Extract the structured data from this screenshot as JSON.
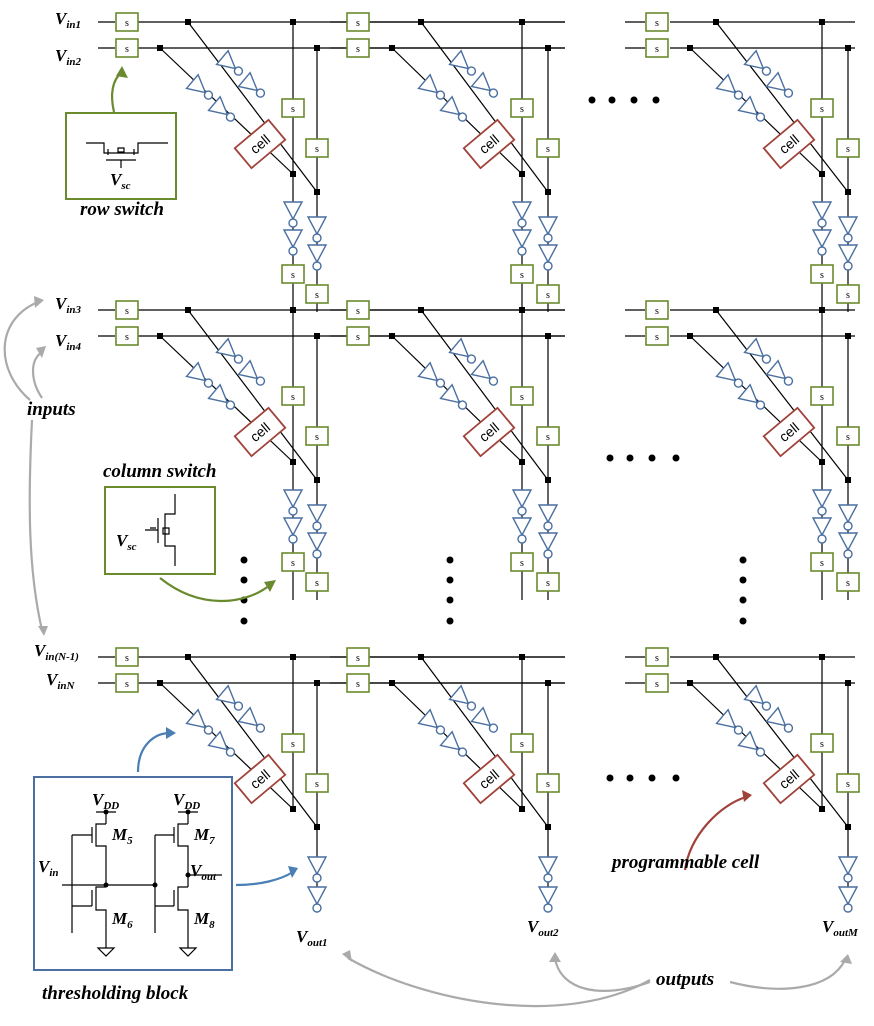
{
  "inputs": {
    "row1": [
      {
        "base": "V",
        "sub": "in1"
      },
      {
        "base": "V",
        "sub": "in2"
      }
    ],
    "row2": [
      {
        "base": "V",
        "sub": "in3"
      },
      {
        "base": "V",
        "sub": "in4"
      }
    ],
    "row3": [
      {
        "base": "V",
        "sub": "in(N-1)"
      },
      {
        "base": "V",
        "sub": "inN"
      }
    ]
  },
  "outputs": [
    {
      "base": "V",
      "sub": "out1"
    },
    {
      "base": "V",
      "sub": "out2"
    },
    {
      "base": "V",
      "sub": "outM"
    }
  ],
  "switch_label": "s",
  "cell_label": "cell",
  "insets": {
    "row_switch": {
      "title": "row switch",
      "vsc": {
        "base": "V",
        "sub": "sc"
      }
    },
    "column_switch": {
      "title": "column switch",
      "vsc": {
        "base": "V",
        "sub": "sc"
      }
    },
    "thresholding": {
      "title": "thresholding block",
      "vdd1": {
        "base": "V",
        "sub": "DD"
      },
      "vdd2": {
        "base": "V",
        "sub": "DD"
      },
      "vin": {
        "base": "V",
        "sub": "in"
      },
      "vout": {
        "base": "V",
        "sub": "out"
      },
      "transistors": [
        {
          "base": "M",
          "sub": "5"
        },
        {
          "base": "M",
          "sub": "6"
        },
        {
          "base": "M",
          "sub": "7"
        },
        {
          "base": "M",
          "sub": "8"
        }
      ]
    }
  },
  "annotations": {
    "inputs": "inputs",
    "outputs": "outputs",
    "programmable_cell": "programmable cell"
  },
  "colors": {
    "wire": "#000000",
    "switch": "#6a8a2e",
    "cell": "#a0423a",
    "buffer": "#4a6fa0",
    "inset_green": "#6a8a2e",
    "inset_blue": "#4a6fa0",
    "arrow_gray": "#aaaaaa",
    "arrow_green": "#6a8a2e",
    "arrow_blue": "#4a7fb5",
    "arrow_red": "#a0423a"
  }
}
